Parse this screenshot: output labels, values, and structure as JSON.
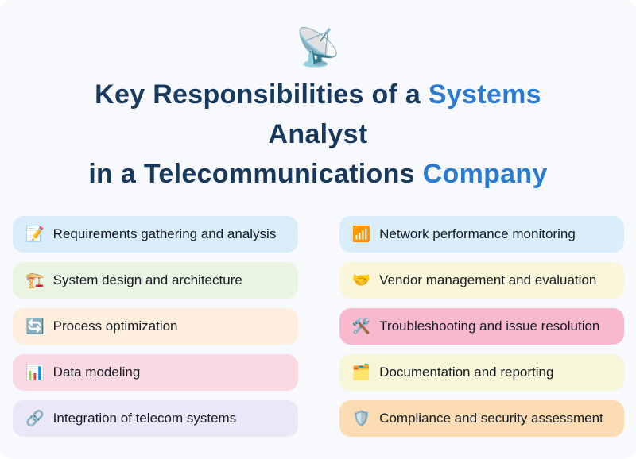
{
  "page": {
    "background": "#f7f9fc",
    "title_color": "#17395e",
    "accent_color": "#2b7cd1",
    "item_text_color": "#171c24"
  },
  "header": {
    "icon_glyph": "📡",
    "title_lines": [
      {
        "prefix": "Key Responsibilities of a ",
        "highlight": "Systems"
      },
      {
        "prefix": "Analyst",
        "highlight": ""
      },
      {
        "prefix": "in a Telecommunications ",
        "highlight": "Company"
      }
    ]
  },
  "columns": {
    "left": [
      {
        "icon": "📝",
        "icon_name": "memo-icon",
        "label": "Requirements gathering and analysis",
        "bg": "#d9ecfa"
      },
      {
        "icon": "🏗️",
        "icon_name": "construction-crane-icon",
        "label": "System design and architecture",
        "bg": "#e9f4e2"
      },
      {
        "icon": "🔄",
        "icon_name": "cycle-arrows-icon",
        "label": "Process optimization",
        "bg": "#fdeedd"
      },
      {
        "icon": "📊",
        "icon_name": "bar-chart-icon",
        "label": "Data modeling",
        "bg": "#fbd9e3"
      },
      {
        "icon": "🔗",
        "icon_name": "link-icon",
        "label": "Integration of telecom systems",
        "bg": "#ebe7f6"
      }
    ],
    "right": [
      {
        "icon": "📶",
        "icon_name": "signal-bars-icon",
        "label": "Network performance monitoring",
        "bg": "#d9edfb"
      },
      {
        "icon": "🤝",
        "icon_name": "handshake-icon",
        "label": "Vendor management and evaluation",
        "bg": "#f9f6d9"
      },
      {
        "icon": "🛠️",
        "icon_name": "hammer-wrench-icon",
        "label": "Troubleshooting and issue resolution",
        "bg": "#f8b9ce"
      },
      {
        "icon": "🗂️",
        "icon_name": "card-index-dividers-icon",
        "label": "Documentation and reporting",
        "bg": "#f8f6d8"
      },
      {
        "icon": "🛡️",
        "icon_name": "shield-icon",
        "label": "Compliance and security assessment",
        "bg": "#fcdcb2"
      }
    ]
  }
}
